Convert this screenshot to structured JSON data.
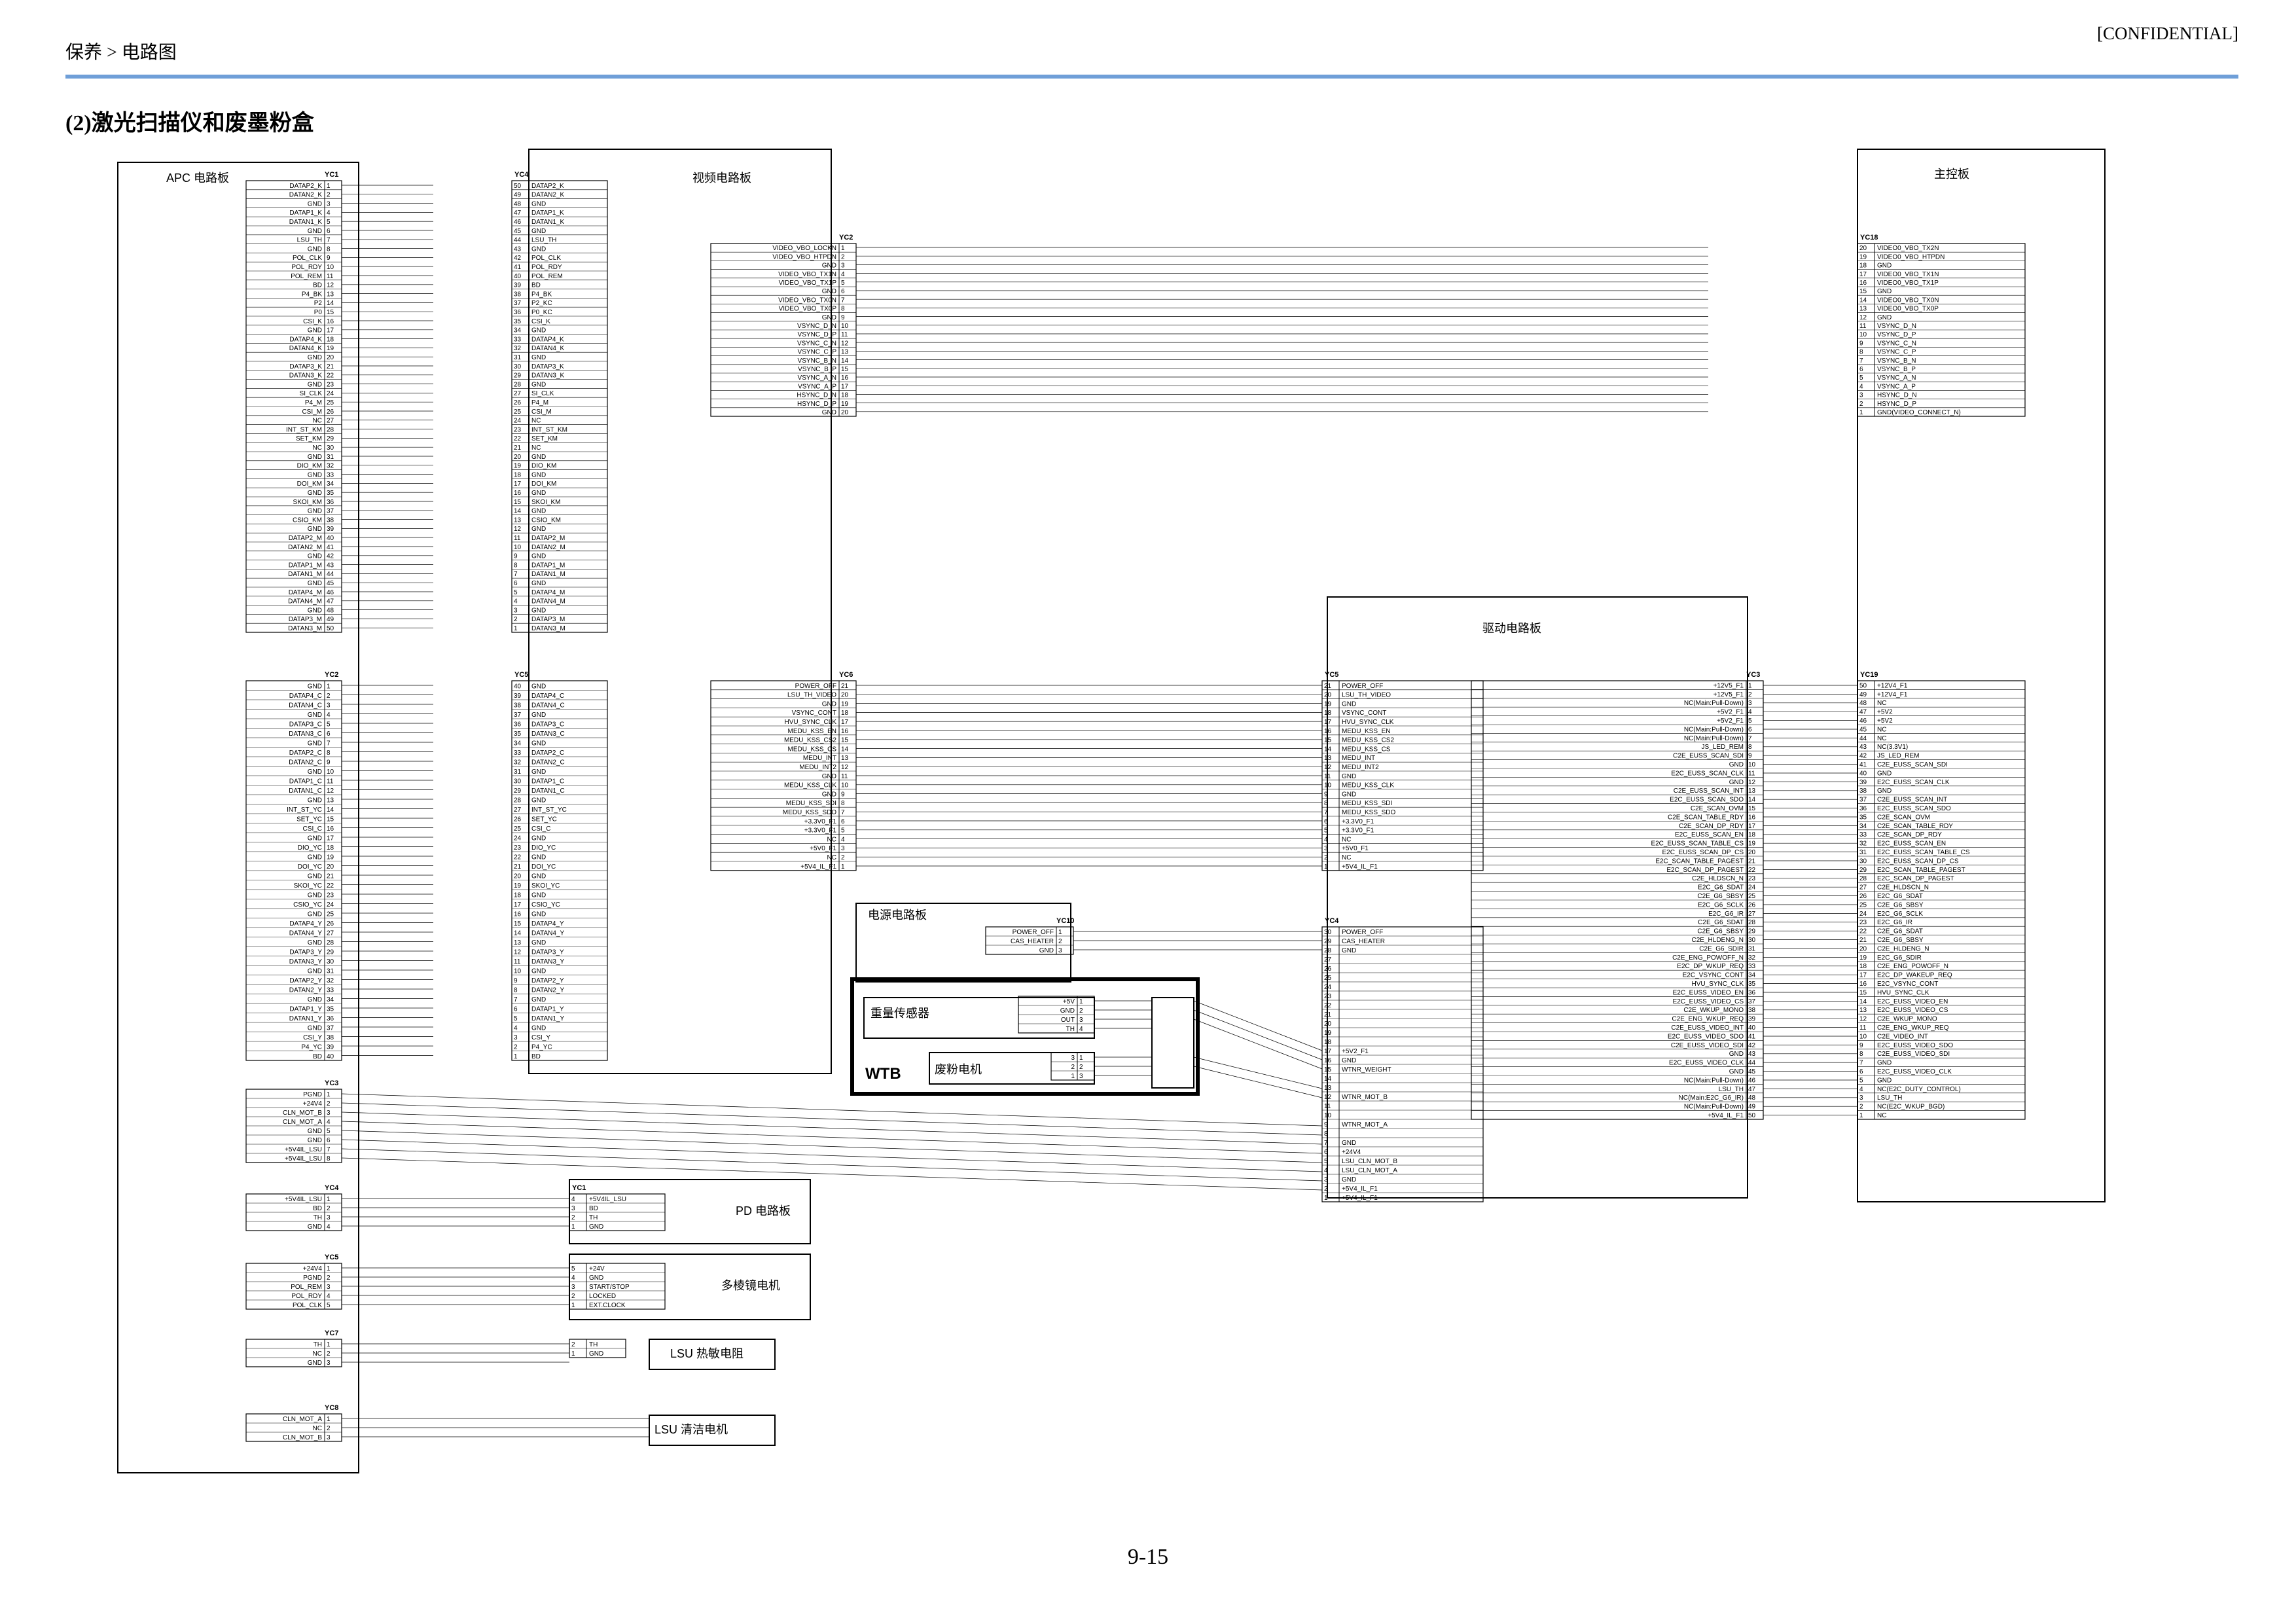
{
  "header": {
    "breadcrumb": "保养 > 电路图",
    "confidential": "[CONFIDENTIAL]"
  },
  "section_title": "(2)激光扫描仪和废墨粉盒",
  "page_number": "9-15",
  "boards": {
    "apc": "APC 电路板",
    "video": "视频电路板",
    "main": "主控板",
    "drive": "驱动电路板",
    "power": "电源电路板",
    "pd": "PD 电路板",
    "polygon": "多棱镜电机",
    "lsu_thermistor": "LSU 热敏电阻",
    "lsu_cleaning": "LSU 清洁电机",
    "wtb": "WTB",
    "level_sensor": "重量传感器",
    "waste_motor": "废粉电机"
  },
  "connectors": [
    {
      "id": "apc-yc1",
      "name": "YC1",
      "pins": [
        "DATAP2_K",
        "DATAN2_K",
        "GND",
        "DATAP1_K",
        "DATAN1_K",
        "GND",
        "LSU_TH",
        "GND",
        "POL_CLK",
        "POL_RDY",
        "POL_REM",
        "BD",
        "P4_BK",
        "P2",
        "P0",
        "CSI_K",
        "GND",
        "DATAP4_K",
        "DATAN4_K",
        "GND",
        "DATAP3_K",
        "DATAN3_K",
        "GND",
        "SI_CLK",
        "P4_M",
        "CSI_M",
        "NC",
        "INT_ST_KM",
        "SET_KM",
        "NC",
        "GND",
        "DIO_KM",
        "GND",
        "DOI_KM",
        "GND",
        "SKOI_KM",
        "GND",
        "CSIO_KM",
        "GND",
        "DATAP2_M",
        "DATAN2_M",
        "GND",
        "DATAP1_M",
        "DATAN1_M",
        "GND",
        "DATAP4_M",
        "DATAN4_M",
        "GND",
        "DATAP3_M",
        "DATAN3_M"
      ]
    },
    {
      "id": "video-yc4",
      "name": "YC4",
      "pins": [
        "DATAP2_K",
        "DATAN2_K",
        "GND",
        "DATAP1_K",
        "DATAN1_K",
        "GND",
        "LSU_TH",
        "GND",
        "POL_CLK",
        "POL_RDY",
        "POL_REM",
        "BD",
        "P4_BK",
        "P2_KC",
        "P0_KC",
        "CSI_K",
        "GND",
        "DATAP4_K",
        "DATAN4_K",
        "GND",
        "DATAP3_K",
        "DATAN3_K",
        "GND",
        "SI_CLK",
        "P4_M",
        "CSI_M",
        "NC",
        "INT_ST_KM",
        "SET_KM",
        "NC",
        "GND",
        "DIO_KM",
        "GND",
        "DOI_KM",
        "GND",
        "SKOI_KM",
        "GND",
        "CSIO_KM",
        "GND",
        "DATAP2_M",
        "DATAN2_M",
        "GND",
        "DATAP1_M",
        "DATAN1_M",
        "GND",
        "DATAP4_M",
        "DATAN4_M",
        "GND",
        "DATAP3_M",
        "DATAN3_M"
      ]
    },
    {
      "id": "apc-yc2",
      "name": "YC2",
      "pins": [
        "GND",
        "DATAP4_C",
        "DATAN4_C",
        "GND",
        "DATAP3_C",
        "DATAN3_C",
        "GND",
        "DATAP2_C",
        "DATAN2_C",
        "GND",
        "DATAP1_C",
        "DATAN1_C",
        "GND",
        "INT_ST_YC",
        "SET_YC",
        "CSI_C",
        "GND",
        "DIO_YC",
        "GND",
        "DOI_YC",
        "GND",
        "SKOI_YC",
        "GND",
        "CSIO_YC",
        "GND",
        "DATAP4_Y",
        "DATAN4_Y",
        "GND",
        "DATAP3_Y",
        "DATAN3_Y",
        "GND",
        "DATAP2_Y",
        "DATAN2_Y",
        "GND",
        "DATAP1_Y",
        "DATAN1_Y",
        "GND",
        "CSI_Y",
        "P4_YC",
        "BD"
      ]
    },
    {
      "id": "video-yc5",
      "name": "YC5",
      "pins": [
        "GND",
        "DATAP4_C",
        "DATAN4_C",
        "GND",
        "DATAP3_C",
        "DATAN3_C",
        "GND",
        "DATAP2_C",
        "DATAN2_C",
        "GND",
        "DATAP1_C",
        "DATAN1_C",
        "GND",
        "INT_ST_YC",
        "SET_YC",
        "CSI_C",
        "GND",
        "DIO_YC",
        "GND",
        "DOI_YC",
        "GND",
        "SKOI_YC",
        "GND",
        "CSIO_YC",
        "GND",
        "DATAP4_Y",
        "DATAN4_Y",
        "GND",
        "DATAP3_Y",
        "DATAN3_Y",
        "GND",
        "DATAP2_Y",
        "DATAN2_Y",
        "GND",
        "DATAP1_Y",
        "DATAN1_Y",
        "GND",
        "CSI_Y",
        "P4_YC",
        "BD"
      ]
    },
    {
      "id": "apc-yc3",
      "name": "YC3",
      "pins": [
        "PGND",
        "+24V4",
        "CLN_MOT_B",
        "CLN_MOT_A",
        "GND",
        "GND",
        "+5V4IL_LSU",
        "+5V4IL_LSU"
      ]
    },
    {
      "id": "apc-yc4",
      "name": "YC4",
      "pins": [
        "+5V4IL_LSU",
        "BD",
        "TH",
        "GND"
      ]
    },
    {
      "id": "pd-yc1",
      "name": "YC1",
      "pins": [
        "+5V4IL_LSU",
        "BD",
        "TH",
        "GND"
      ]
    },
    {
      "id": "apc-yc5",
      "name": "YC5",
      "pins": [
        "+24V4",
        "PGND",
        "POL_REM",
        "POL_RDY",
        "POL_CLK"
      ]
    },
    {
      "id": "polygon",
      "name": "",
      "pins": [
        "+24V",
        "GND",
        "START/STOP",
        "LOCKED",
        "EXT.CLOCK"
      ]
    },
    {
      "id": "apc-yc7",
      "name": "YC7",
      "pins": [
        "TH",
        "NC",
        "GND"
      ]
    },
    {
      "id": "therm",
      "name": "",
      "pins": [
        "TH",
        "GND"
      ]
    },
    {
      "id": "apc-yc8",
      "name": "YC8",
      "pins": [
        "CLN_MOT_A",
        "NC",
        "CLN_MOT_B"
      ]
    },
    {
      "id": "video-yc2",
      "name": "YC2",
      "pins": [
        "VIDEO_VBO_LOCKN",
        "VIDEO_VBO_HTPDN",
        "GND",
        "VIDEO_VBO_TX1N",
        "VIDEO_VBO_TX1P",
        "GND",
        "VIDEO_VBO_TX0N",
        "VIDEO_VBO_TX0P",
        "GND",
        "VSYNC_D_N",
        "VSYNC_D_P",
        "VSYNC_C_N",
        "VSYNC_C_P",
        "VSYNC_B_N",
        "VSYNC_B_P",
        "VSYNC_A_N",
        "VSYNC_A_P",
        "HSYNC_D_N",
        "HSYNC_D_P",
        "GND"
      ]
    },
    {
      "id": "main-yc18",
      "name": "YC18",
      "pins": [
        "VIDEO0_VBO_TX2N",
        "VIDEO0_VBO_HTPDN",
        "GND",
        "VIDEO0_VBO_TX1N",
        "VIDEO0_VBO_TX1P",
        "GND",
        "VIDEO0_VBO_TX0N",
        "VIDEO0_VBO_TX0P",
        "GND",
        "VSYNC_D_N",
        "VSYNC_D_P",
        "VSYNC_C_N",
        "VSYNC_C_P",
        "VSYNC_B_N",
        "VSYNC_B_P",
        "VSYNC_A_N",
        "VSYNC_A_P",
        "HSYNC_D_N",
        "HSYNC_D_P",
        "GND(VIDEO_CONNECT_N)"
      ]
    },
    {
      "id": "video-yc6",
      "name": "YC6",
      "pins": [
        "POWER_OFF",
        "LSU_TH_VIDEO",
        "GND",
        "VSYNC_CONT",
        "HVU_SYNC_CLK",
        "MEDU_KSS_EN",
        "MEDU_KSS_CS2",
        "MEDU_KSS_CS",
        "MEDU_INT",
        "MEDU_INT2",
        "GND",
        "MEDU_KSS_CLK",
        "GND",
        "MEDU_KSS_SDI",
        "MEDU_KSS_SDO",
        "+3.3V0_F1",
        "+3.3V0_F1",
        "NC",
        "+5V0_F1",
        "NC",
        "+5V4_IL_F1"
      ]
    },
    {
      "id": "drive-yc5",
      "name": "YC5",
      "pins": [
        "POWER_OFF",
        "LSU_TH_VIDEO",
        "GND",
        "VSYNC_CONT",
        "HVU_SYNC_CLK",
        "MEDU_KSS_EN",
        "MEDU_KSS_CS2",
        "MEDU_KSS_CS",
        "MEDU_INT",
        "MEDU_INT2",
        "GND",
        "MEDU_KSS_CLK",
        "GND",
        "MEDU_KSS_SDI",
        "MEDU_KSS_SDO",
        "+3.3V0_F1",
        "+3.3V0_F1",
        "NC",
        "+5V0_F1",
        "NC",
        "+5V4_IL_F1"
      ]
    },
    {
      "id": "power-yc10",
      "name": "YC10",
      "pins": [
        "POWER_OFF",
        "CAS_HEATER",
        "GND"
      ]
    },
    {
      "id": "drive-yc4",
      "name": "YC4",
      "pins": [
        "POWER_OFF",
        "CAS_HEATER",
        "GND",
        "",
        "",
        "",
        "",
        "",
        "",
        "",
        "",
        "",
        "",
        "+5V2_F1",
        "GND",
        "WTNR_WEIGHT",
        "",
        "",
        "WTNR_MOT_B",
        "",
        "",
        "WTNR_MOT_A",
        "",
        "GND",
        "+24V4",
        "LSU_CLN_MOT_B",
        "LSU_CLN_MOT_A",
        "GND",
        "+5V4_IL_F1",
        "+5V4_IL_F1"
      ]
    },
    {
      "id": "sensor",
      "name": "",
      "pins": [
        "+5V",
        "GND",
        "OUT",
        "TH"
      ]
    },
    {
      "id": "motor",
      "name": "",
      "pins": [
        "3",
        "2",
        "1"
      ]
    },
    {
      "id": "drive-yc3",
      "name": "YC3",
      "pins": [
        "+12V5_F1",
        "+12V5_F1",
        "NC(Main:Pull-Down)",
        "+5V2_F1",
        "+5V2_F1",
        "NC(Main:Pull-Down)",
        "NC(Main:Pull-Down)",
        "JS_LED_REM",
        "C2E_EUSS_SCAN_SDI",
        "GND",
        "E2C_EUSS_SCAN_CLK",
        "GND",
        "C2E_EUSS_SCAN_INT",
        "E2C_EUSS_SCAN_SDO",
        "C2E_SCAN_OVM",
        "C2E_SCAN_TABLE_RDY",
        "C2E_SCAN_DP_RDY",
        "E2C_EUSS_SCAN_EN",
        "E2C_EUSS_SCAN_TABLE_CS",
        "E2C_EUSS_SCAN_DP_CS",
        "E2C_SCAN_TABLE_PAGEST",
        "E2C_SCAN_DP_PAGEST",
        "C2E_HLDSCN_N",
        "E2C_G6_SDAT",
        "C2E_G6_SBSY",
        "E2C_G6_SCLK",
        "E2C_G6_IR",
        "C2E_G6_SDAT",
        "C2E_G6_SBSY",
        "C2E_HLDENG_N",
        "C2E_G6_SDIR",
        "C2E_ENG_POWOFF_N",
        "E2C_DP_WKUP_REQ",
        "E2C_VSYNC_CONT",
        "HVU_SYNC_CLK",
        "E2C_EUSS_VIDEO_EN",
        "E2C_EUSS_VIDEO_CS",
        "C2E_WKUP_MONO",
        "C2E_ENG_WKUP_REQ",
        "C2E_EUSS_VIDEO_INT",
        "E2C_EUSS_VIDEO_SDO",
        "C2E_EUSS_VIDEO_SDI",
        "GND",
        "E2C_EUSS_VIDEO_CLK",
        "GND",
        "NC(Main:Pull-Down)",
        "LSU_TH",
        "NC(Main:E2C_G6_IR)",
        "NC(Main:Pull-Down)",
        "+5V4_IL_F1"
      ]
    },
    {
      "id": "main-yc19",
      "name": "YC19",
      "pins": [
        "+12V4_F1",
        "+12V4_F1",
        "NC",
        "+5V2",
        "+5V2",
        "NC",
        "NC",
        "NC(3.3V1)",
        "JS_LED_REM",
        "C2E_EUSS_SCAN_SDI",
        "GND",
        "E2C_EUSS_SCAN_CLK",
        "GND",
        "C2E_EUSS_SCAN_INT",
        "E2C_EUSS_SCAN_SDO",
        "C2E_SCAN_OVM",
        "C2E_SCAN_TABLE_RDY",
        "C2E_SCAN_DP_RDY",
        "E2C_EUSS_SCAN_EN",
        "E2C_EUSS_SCAN_TABLE_CS",
        "E2C_EUSS_SCAN_DP_CS",
        "E2C_SCAN_TABLE_PAGEST",
        "E2C_SCAN_DP_PAGEST",
        "C2E_HLDSCN_N",
        "E2C_G6_SDAT",
        "C2E_G6_SBSY",
        "E2C_G6_SCLK",
        "E2C_G6_IR",
        "C2E_G6_SDAT",
        "C2E_G6_SBSY",
        "C2E_HLDENG_N",
        "E2C_G6_SDIR",
        "C2E_ENG_POWOFF_N",
        "E2C_DP_WAKEUP_REQ",
        "E2C_VSYNC_CONT",
        "HVU_SYNC_CLK",
        "E2C_EUSS_VIDEO_EN",
        "E2C_EUSS_VIDEO_CS",
        "C2E_WKUP_MONO",
        "C2E_ENG_WKUP_REQ",
        "C2E_VIDEO_INT",
        "E2C_EUSS_VIDEO_SDO",
        "C2E_EUSS_VIDEO_SDI",
        "GND",
        "E2C_EUSS_VIDEO_CLK",
        "GND",
        "NC(E2C_DUTY_CONTROL)",
        "LSU_TH",
        "NC(E2C_WKUP_BGD)",
        "NC"
      ]
    }
  ]
}
